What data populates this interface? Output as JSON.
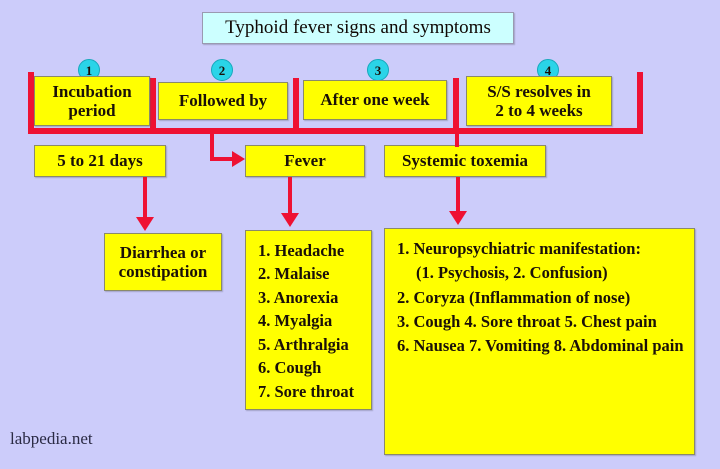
{
  "title": "Typhoid fever signs and symptoms",
  "stages": [
    {
      "number": "1",
      "label": "Incubation\nperiod"
    },
    {
      "number": "2",
      "label": "Followed by"
    },
    {
      "number": "3",
      "label": "After one week"
    },
    {
      "number": "4",
      "label": "S/S resolves in\n2 to 4 weeks"
    }
  ],
  "stage_labels": {
    "incubation_line1": "Incubation",
    "incubation_line2": "period",
    "followed_by": "Followed by",
    "after_one_week": "After one week",
    "resolves_line1": "S/S resolves in",
    "resolves_line2": "2 to 4 weeks"
  },
  "second_row": {
    "duration": "5 to 21 days",
    "fever": "Fever",
    "systemic_toxemia": "Systemic toxemia"
  },
  "outcomes": {
    "bowel_line1": "Diarrhea or",
    "bowel_line2": "constipation"
  },
  "fever_symptoms": [
    "1. Headache",
    "2. Malaise",
    "3. Anorexia",
    "4. Myalgia",
    "5. Arthralgia",
    "6. Cough",
    "7. Sore throat"
  ],
  "toxemia_symptoms": [
    "1. Neuropsychiatric manifestation:",
    "(1. Psychosis, 2. Confusion)",
    "2. Coryza (Inflammation of nose)",
    "3. Cough",
    "4. Sore throat",
    "5. Chest pain",
    "6. Nausea",
    "7. Vomiting",
    "8. Abdominal pain"
  ],
  "watermark": "labpedia.net",
  "colors": {
    "background": "#CCCCFA",
    "box_fill": "#FFFF00",
    "title_fill": "#CCFFFF",
    "connector": "#EE1133",
    "circle_fill": "#2AD4E8",
    "text": "#1A1008"
  }
}
